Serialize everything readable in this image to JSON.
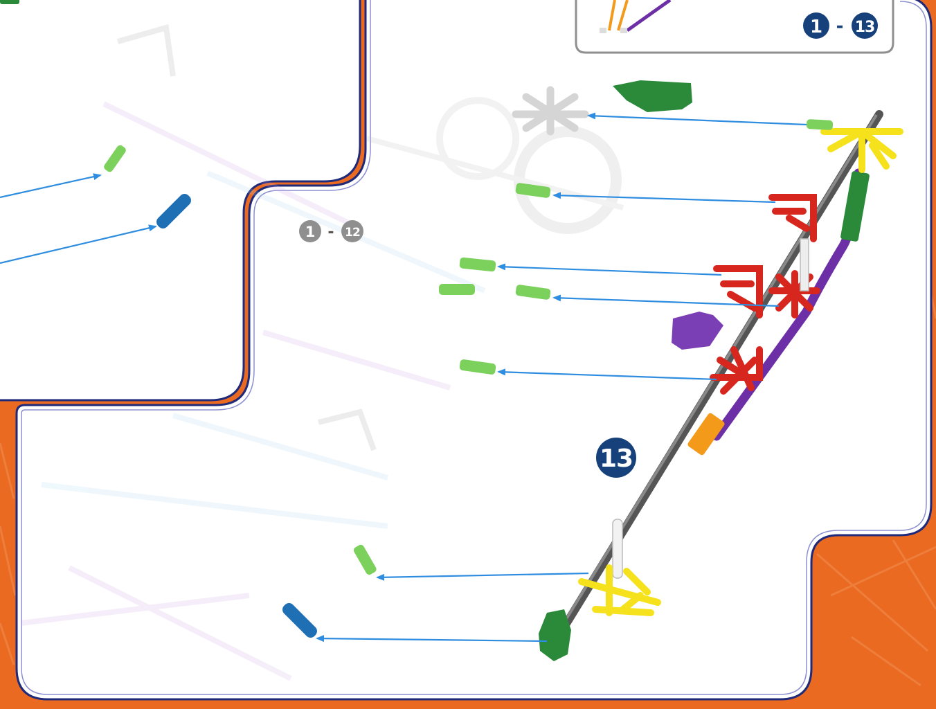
{
  "page": {
    "background_color": "#ea6a22",
    "panel_color": "#ffffff",
    "border_color": "#1f2a7a"
  },
  "top_panel": {
    "step_range": {
      "start": "1",
      "separator": "-",
      "end": "13"
    }
  },
  "middle_overlay": {
    "step_range": {
      "start": "1",
      "separator": "-",
      "end": "12"
    }
  },
  "current_step": {
    "number": "13"
  },
  "colors": {
    "badge_navy": "#17417a",
    "badge_grey": "#8f8f8f",
    "arrow_blue": "#2f8de0",
    "rod_grey": "#666666",
    "connector_red": "#d7261e",
    "connector_yellow": "#f5e21c",
    "connector_green": "#2a8a3a",
    "connector_purple": "#7b3fb5",
    "rod_purple": "#6c2fa5",
    "clip_orange": "#f39a1b",
    "pin_green": "#7bd15c",
    "pin_blue": "#1f6fb5"
  },
  "icons": [
    "green-connector-icon",
    "white-connector-icon",
    "green-pin-icon",
    "blue-pin-icon",
    "red-connector-icon",
    "yellow-connector-icon",
    "purple-connector-icon",
    "grey-rod-icon",
    "purple-rod-icon",
    "orange-clip-icon",
    "assembly-arrow-icon"
  ]
}
